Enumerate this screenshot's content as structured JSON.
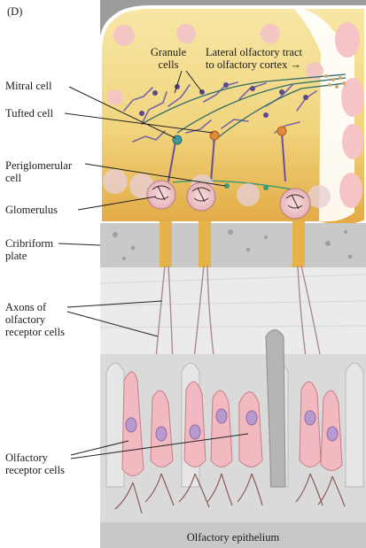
{
  "panel_letter": "(D)",
  "labels": {
    "granule_cells": [
      "Granule",
      "cells"
    ],
    "lateral_tract": [
      "Lateral olfactory tract",
      "to olfactory cortex →"
    ],
    "mitral_cell": [
      "Mitral cell"
    ],
    "tufted_cell": [
      "Tufted cell"
    ],
    "periglomerular_cell": [
      "Periglomerular",
      "cell"
    ],
    "glomerulus": [
      "Glomerulus"
    ],
    "cribriform_plate": [
      "Cribriform",
      "plate"
    ],
    "axons": [
      "Axons of",
      "olfactory",
      "receptor cells"
    ],
    "receptor_cells": [
      "Olfactory",
      "receptor cells"
    ],
    "epithelium": [
      "Olfactory epithelium"
    ]
  },
  "colors": {
    "bulb_yellow": "#f3dc8c",
    "bulb_gold": "#e6b34a",
    "bone": "#c9c9c9",
    "fiber_layer": "#ececec",
    "epithelium": "#dadada",
    "receptor_pink": "#f2b9c0",
    "nucleus_purple": "#b79bcf",
    "mitral_purple": "#6b4f9a",
    "tufted_orange": "#d9782a",
    "periglom_green": "#3e9a72"
  }
}
